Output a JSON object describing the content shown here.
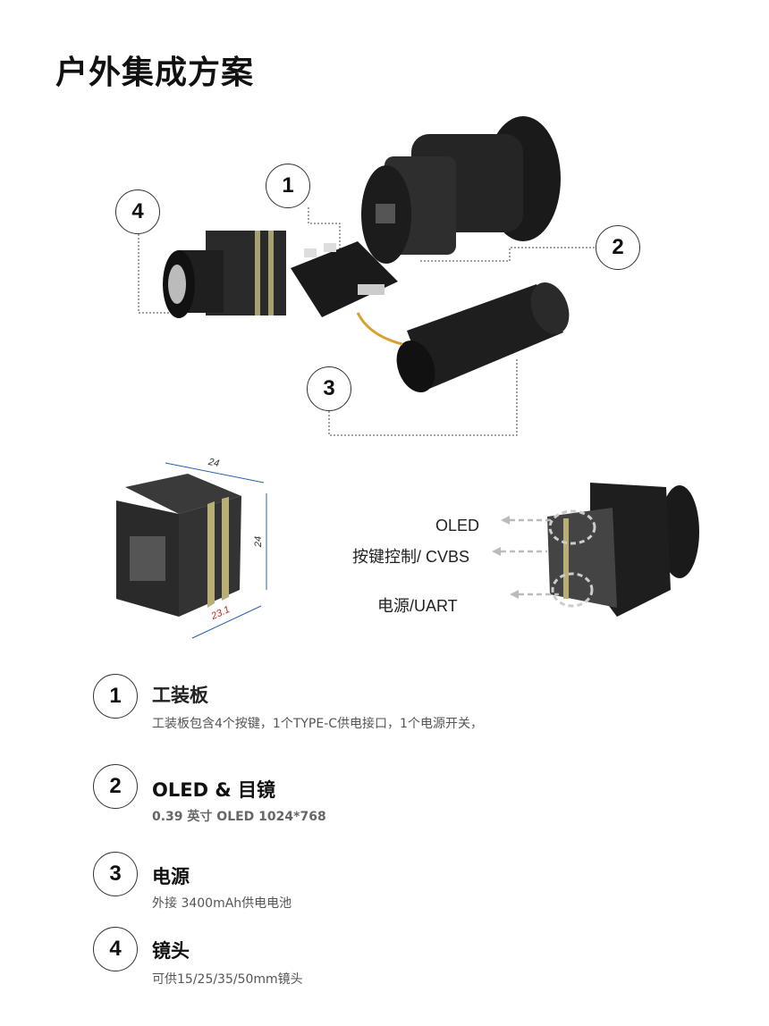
{
  "title": "户外集成方案",
  "diagram": {
    "callouts": [
      "1",
      "2",
      "3",
      "4"
    ],
    "dimensions": {
      "width": "24",
      "height": "24",
      "depth": "23.1"
    },
    "interfaces": [
      "OLED",
      "按键控制/ CVBS",
      "电源/UART"
    ]
  },
  "features": [
    {
      "num": "1",
      "title": "工装板",
      "desc": "工装板包含4个按键，1个TYPE-C供电接口，1个电源开关，"
    },
    {
      "num": "2",
      "title": "OLED & 目镜",
      "desc": "0.39 英寸 OLED 1024*768"
    },
    {
      "num": "3",
      "title": "电源",
      "desc": "外接 3400mAh供电电池"
    },
    {
      "num": "4",
      "title": "镜头",
      "desc": "可供15/25/35/50mm镜头"
    }
  ],
  "colors": {
    "text": "#222222",
    "dim_red": "#cc2222",
    "dim_blue": "#2a5fb0"
  }
}
